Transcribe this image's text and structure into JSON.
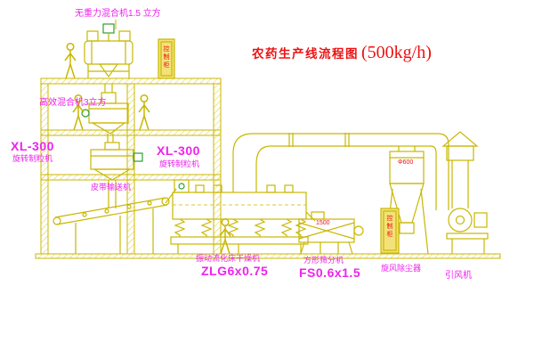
{
  "title": {
    "main": "农药生产线流程图",
    "capacity": "(500kg/h)"
  },
  "labels": {
    "gravity_free_mixer": "无重力混合机1.5 立方",
    "high_efficiency_mixer": "高效混合机3立方",
    "granulator_left": {
      "model": "XL-300",
      "name": "旋转制粒机"
    },
    "granulator_center": {
      "model": "XL-300",
      "name": "旋转制粒机"
    },
    "belt_conveyor": "皮带输送机",
    "fluid_bed_dryer": {
      "name": "振动流化床干燥机",
      "model": "ZLG6x0.75"
    },
    "square_sieve": {
      "name": "方形筛分机",
      "model": "FS0.6x1.5",
      "code": "1500"
    },
    "cyclone": {
      "name": "旋风除尘器",
      "code": "Φ600"
    },
    "induced_draft_fan": "引风机",
    "control_cabinet_top": "控制柜",
    "control_cabinet_right": "控制柜"
  },
  "colors": {
    "background": "#ffffff",
    "line_yellow": "#c9b700",
    "label_magenta": "#ee22ee",
    "title_red": "#ee1111",
    "accent_green": "#2f9e2f"
  }
}
